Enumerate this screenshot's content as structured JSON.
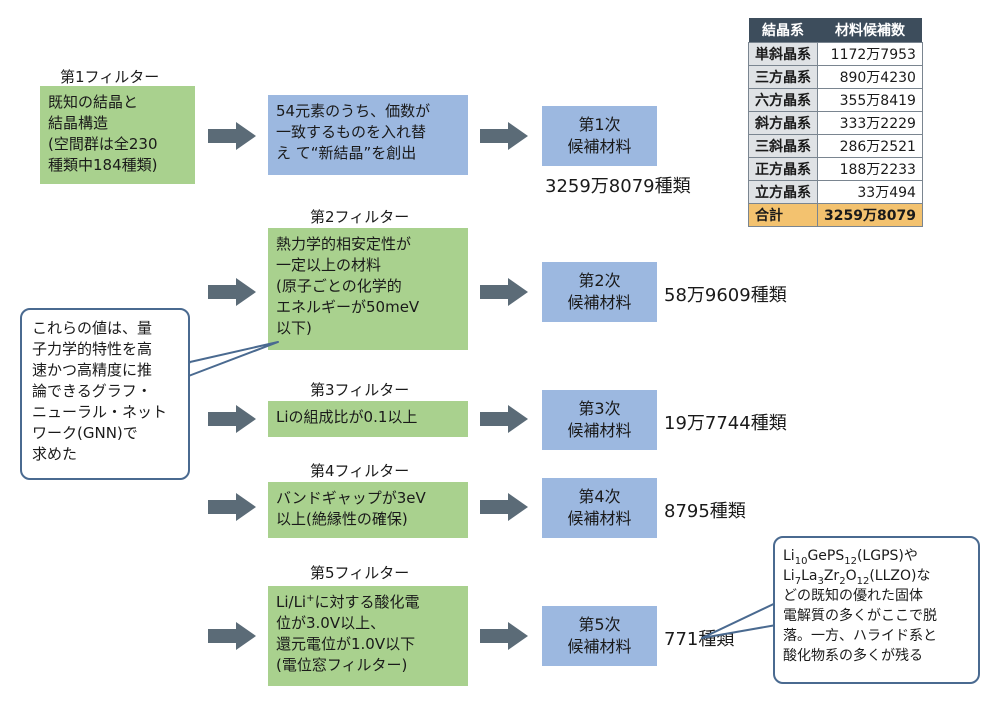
{
  "filters": [
    {
      "label": "第1フィルター",
      "text": [
        "既知の結晶と",
        "結晶構造",
        "(空間群は全230",
        "種類中184種類)"
      ]
    },
    {
      "label": "第2フィルター",
      "text": [
        "熱力学的相安定性が",
        "一定以上の材料",
        "(原子ごとの化学的",
        "エネルギーが50meV",
        "以下)"
      ]
    },
    {
      "label": "第3フィルター",
      "text": [
        "Liの組成比が0.1以上"
      ]
    },
    {
      "label": "第4フィルター",
      "text": [
        "バンドギャップが3eV",
        "以上(絶縁性の確保)"
      ]
    },
    {
      "label": "第5フィルター",
      "text_pre": "Li/Li",
      "text_sup": "+",
      "text_post": "に対する酸化電",
      "text_rest": [
        "位が3.0V以上、",
        "還元電位が1.0V以下",
        "(電位窓フィルター)"
      ]
    }
  ],
  "process_box": [
    "54元素のうち、価数が",
    "一致するものを入れ替",
    "え て“新結晶”を創出"
  ],
  "candidates": [
    {
      "line1": "第1次",
      "line2": "候補材料",
      "count": "3259万8079種類"
    },
    {
      "line1": "第2次",
      "line2": "候補材料",
      "count": "58万9609種類"
    },
    {
      "line1": "第3次",
      "line2": "候補材料",
      "count": "19万7744種類"
    },
    {
      "line1": "第4次",
      "line2": "候補材料",
      "count": "8795種類"
    },
    {
      "line1": "第5次",
      "line2": "候補材料",
      "count": "771種類"
    }
  ],
  "table": {
    "headers": [
      "結晶系",
      "材料候補数"
    ],
    "rows": [
      [
        "単斜晶系",
        "1172万7953"
      ],
      [
        "三方晶系",
        "890万4230"
      ],
      [
        "六方晶系",
        "355万8419"
      ],
      [
        "斜方晶系",
        "333万2229"
      ],
      [
        "三斜晶系",
        "286万2521"
      ],
      [
        "正方晶系",
        "188万2233"
      ],
      [
        "立方晶系",
        "33万494"
      ]
    ],
    "total": [
      "合計",
      "3259万8079"
    ]
  },
  "note_left": [
    "これらの値は、量",
    "子力学的特性を高",
    "速かつ高精度に推",
    "論できるグラフ・",
    "ニューラル・ネット",
    "ワーク(GNN)で",
    "求めた"
  ],
  "note_right": {
    "line1_a": "Li",
    "line1_sub1": "10",
    "line1_b": "GePS",
    "line1_sub2": "12",
    "line1_c": "(LGPS)や",
    "line2_a": "Li",
    "line2_sub1": "7",
    "line2_b": "La",
    "line2_sub2": "3",
    "line2_c": "Zr",
    "line2_sub3": "2",
    "line2_d": "O",
    "line2_sub4": "12",
    "line2_e": "(LLZO)な",
    "rest": [
      "どの既知の優れた固体",
      "電解質の多くがここで脱",
      "落。一方、ハライド系と",
      "酸化物系の多くが残る"
    ]
  },
  "colors": {
    "green_box": "#a9d18e",
    "blue_box": "#9cb8e0",
    "arrow": "#5b6b77",
    "table_header": "#3d4d5c",
    "total_row": "#f3c26f"
  }
}
